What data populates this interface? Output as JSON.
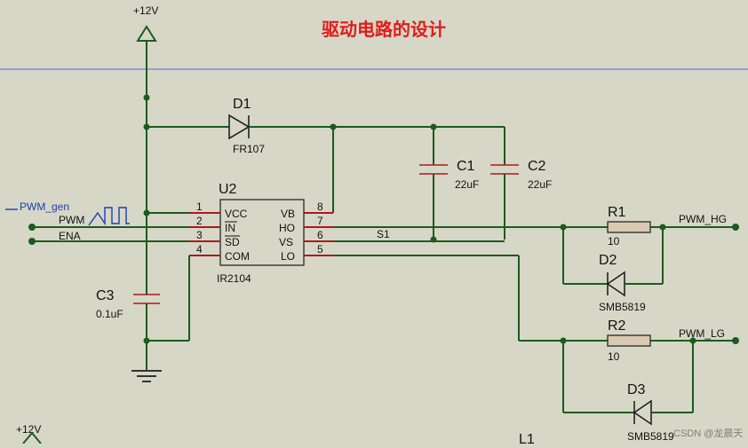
{
  "title": "驱动电路的设计",
  "colors": {
    "background": "#d7d7c7",
    "wire": "#1c5b1c",
    "pin": "#b01818",
    "title": "#e11b1b",
    "generator": "#1a3fb0",
    "guide_line": "#5a6bd8"
  },
  "power": {
    "top_label": "+12V",
    "bottom_label": "+12V"
  },
  "ic": {
    "ref": "U2",
    "part": "IR2104",
    "pins_left": [
      {
        "num": "1",
        "name": "VCC"
      },
      {
        "num": "2",
        "name": "IN"
      },
      {
        "num": "3",
        "name": "SD"
      },
      {
        "num": "4",
        "name": "COM"
      }
    ],
    "pins_right": [
      {
        "num": "8",
        "name": "VB"
      },
      {
        "num": "7",
        "name": "HO"
      },
      {
        "num": "6",
        "name": "VS"
      },
      {
        "num": "5",
        "name": "LO"
      }
    ]
  },
  "d1": {
    "ref": "D1",
    "part": "FR107"
  },
  "c1": {
    "ref": "C1",
    "value": "22uF"
  },
  "c2": {
    "ref": "C2",
    "value": "22uF"
  },
  "c3": {
    "ref": "C3",
    "value": "0.1uF"
  },
  "r1": {
    "ref": "R1",
    "value": "10"
  },
  "r2": {
    "ref": "R2",
    "value": "10"
  },
  "d2": {
    "ref": "D2",
    "part": "SMB5819"
  },
  "d3": {
    "ref": "D3",
    "part": "SMB5819"
  },
  "net": {
    "s1": "S1",
    "pwm": "PWM",
    "ena": "ENA",
    "pwm_hg": "PWM_HG",
    "pwm_lg": "PWM_LG"
  },
  "generator": {
    "label": "PWM_gen"
  },
  "partial_ref": "L1",
  "watermark": "CSDN @龙晨天"
}
